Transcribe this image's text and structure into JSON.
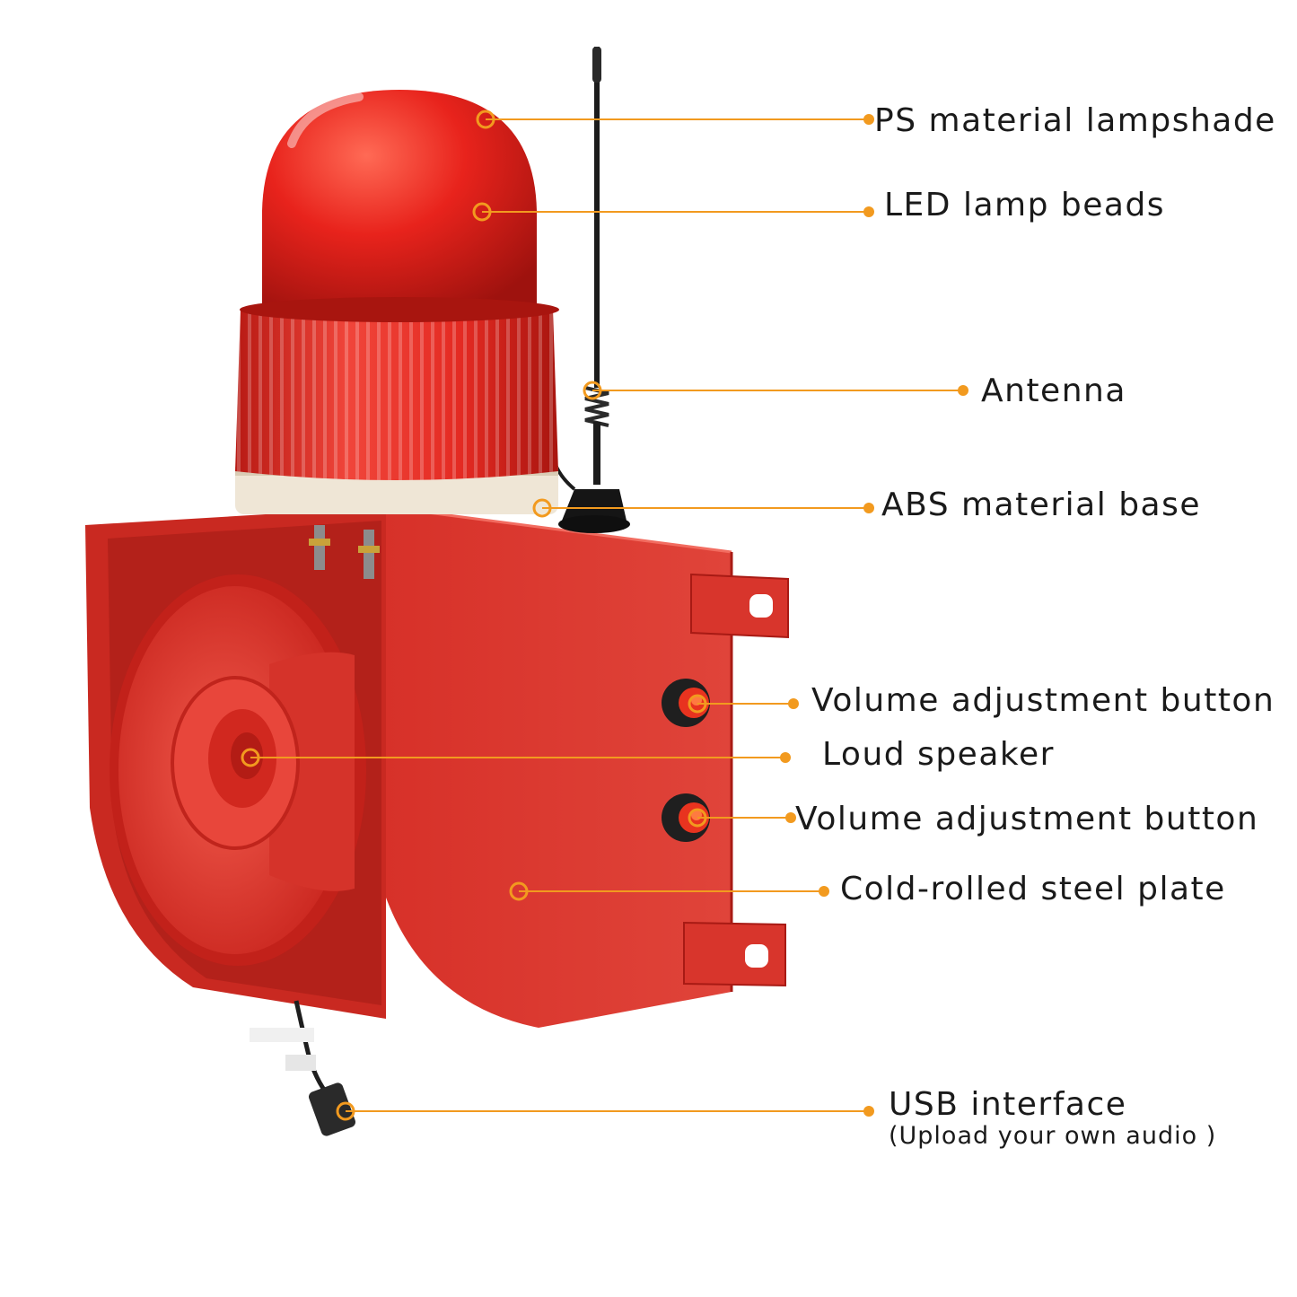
{
  "colors": {
    "callout_line": "#f29a1f",
    "lamp_red": "#e8231c",
    "housing_red": "#d8322b",
    "base_cream": "#efe6d6",
    "antenna_black": "#1c1c1c"
  },
  "callouts": [
    {
      "id": "lampshade",
      "label": "PS material lampshade"
    },
    {
      "id": "led-beads",
      "label": "LED lamp beads"
    },
    {
      "id": "antenna",
      "label": "Antenna"
    },
    {
      "id": "base",
      "label": "ABS material base"
    },
    {
      "id": "volume-top",
      "label": "Volume adjustment button"
    },
    {
      "id": "speaker",
      "label": "Loud speaker"
    },
    {
      "id": "volume-bottom",
      "label": "Volume adjustment button"
    },
    {
      "id": "steel",
      "label": "Cold-rolled steel plate"
    },
    {
      "id": "usb",
      "label": "USB interface",
      "sublabel": "(Upload your own audio )"
    }
  ]
}
